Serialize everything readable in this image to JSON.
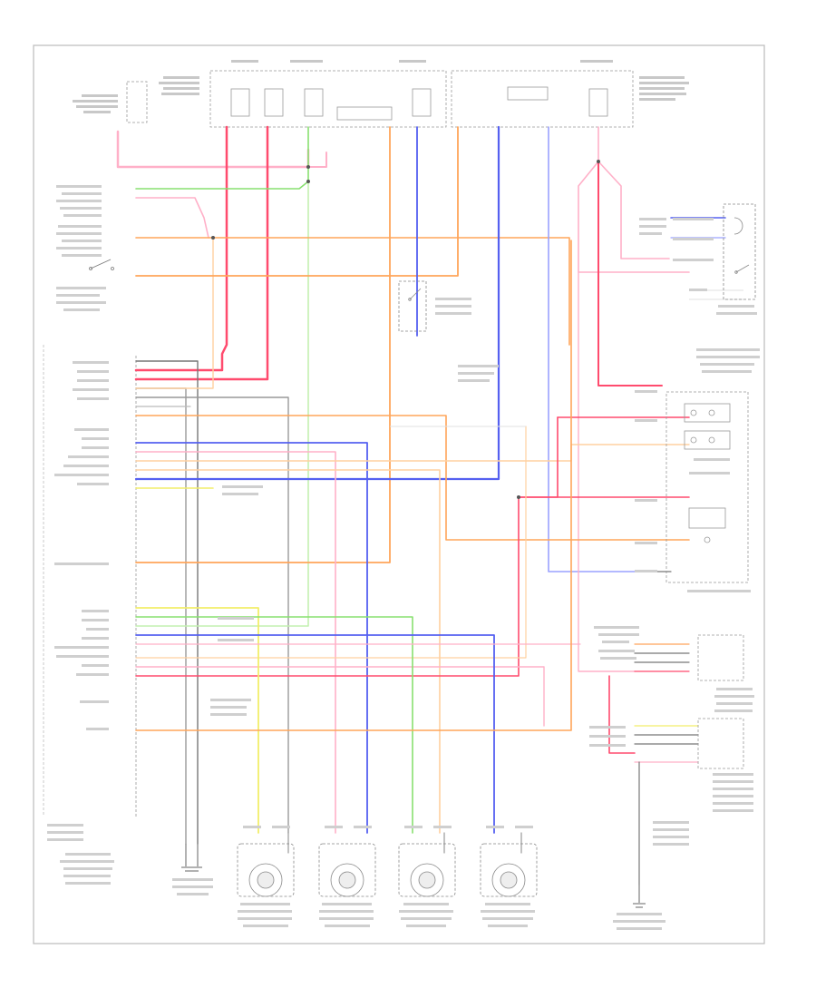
{
  "diagram": {
    "page_label": "",
    "wire_colors": {
      "red": "#ff4b6e",
      "pink": "#ffb0c8",
      "green": "#88e070",
      "light_green": "#c4f0b0",
      "orange": "#ffa55a",
      "light_orange": "#ffd0a0",
      "blue": "#5560f0",
      "light_blue": "#9aa2ff",
      "yellow": "#f2ee6a",
      "gray": "#a0a0a0",
      "dark": "#555555",
      "border": "#bbbbbb"
    },
    "components": [
      {
        "id": "fuse-block-top",
        "name": "top-fuse-relay-box"
      },
      {
        "id": "instrument-cluster",
        "name": "instrument-cluster"
      },
      {
        "id": "abs-module",
        "name": "abs-control-module"
      },
      {
        "id": "wheel-sensor-lf",
        "name": "left-front-wheel-speed-sensor"
      },
      {
        "id": "wheel-sensor-rf",
        "name": "right-front-wheel-speed-sensor"
      },
      {
        "id": "wheel-sensor-lr",
        "name": "left-rear-wheel-speed-sensor"
      },
      {
        "id": "wheel-sensor-rr",
        "name": "right-rear-wheel-speed-sensor"
      },
      {
        "id": "ground-left",
        "name": "chassis-ground-left"
      },
      {
        "id": "ground-right",
        "name": "chassis-ground-right"
      }
    ]
  }
}
